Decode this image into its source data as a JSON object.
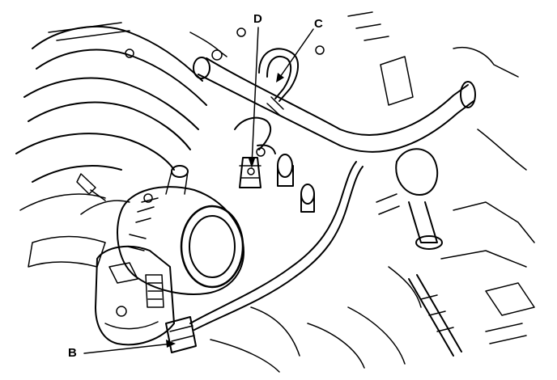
{
  "callouts": {
    "d": "D",
    "c": "C",
    "b": "B"
  },
  "colors": {
    "ink": "#000000",
    "background": "#ffffff"
  }
}
